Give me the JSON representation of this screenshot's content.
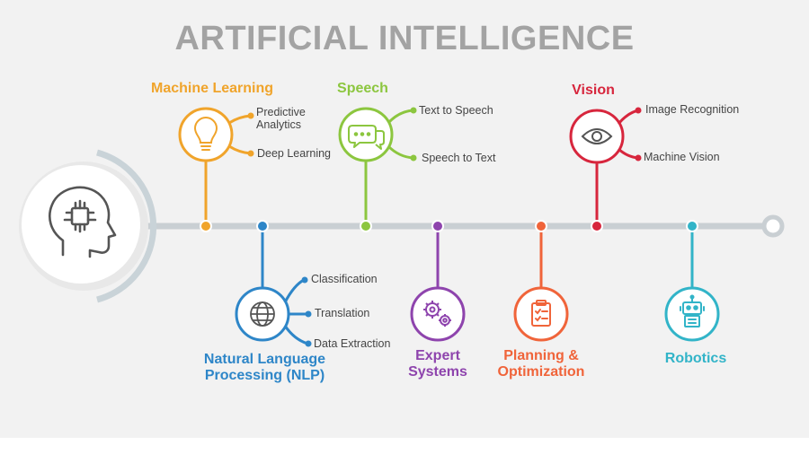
{
  "title": "ARTIFICIAL INTELLIGENCE",
  "colors": {
    "title": "#a3a3a3",
    "timeline": "#c9cfd3",
    "machine_learning": "#f0a42b",
    "speech": "#8cc63f",
    "vision": "#d7263d",
    "nlp": "#2e86c8",
    "expert_systems": "#8e44ad",
    "planning": "#f0643a",
    "robotics": "#32b4c8"
  },
  "center_icon": "head-circuit-icon",
  "categories": {
    "machine_learning": {
      "label": "Machine Learning",
      "icon": "lightbulb-icon",
      "items": [
        "Predictive\nAnalytics",
        "Deep Learning"
      ]
    },
    "speech": {
      "label": "Speech",
      "icon": "chat-bubbles-icon",
      "items": [
        "Text to Speech",
        "Speech to Text"
      ]
    },
    "vision": {
      "label": "Vision",
      "icon": "eye-icon",
      "items": [
        "Image Recognition",
        "Machine Vision"
      ]
    },
    "nlp": {
      "label": "Natural Language\nProcessing (NLP)",
      "icon": "globe-icon",
      "items": [
        "Classification",
        "Translation",
        "Data Extraction"
      ]
    },
    "expert_systems": {
      "label": "Expert\nSystems",
      "icon": "gears-icon",
      "items": []
    },
    "planning": {
      "label": "Planning &\nOptimization",
      "icon": "clipboard-icon",
      "items": []
    },
    "robotics": {
      "label": "Robotics",
      "icon": "robot-icon",
      "items": []
    }
  }
}
